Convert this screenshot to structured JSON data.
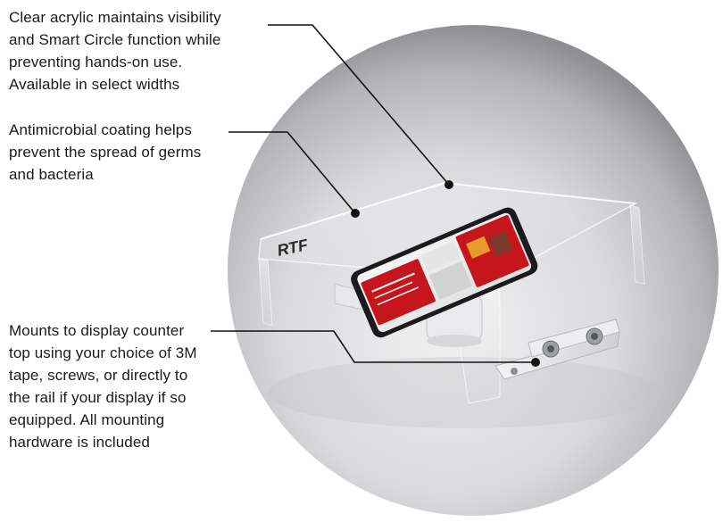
{
  "callouts": {
    "visibility": "Clear acrylic maintains visibility\nand Smart Circle function while\npreventing hands-on use.\nAvailable in select widths",
    "antimicrobial": "Antimicrobial coating helps\nprevent the spread of germs\nand bacteria",
    "mounting": "Mounts to display counter\ntop using your choice of 3M\ntape, screws, or directly to\nthe rail if your display if so\nequipped. All mounting\nhardware is included"
  },
  "product": {
    "brand_mark": "RTF"
  },
  "colors": {
    "text": "#1a1a1a",
    "leader_line": "#111111",
    "phone_screen_accent": "#c4161c",
    "circle_bg_light": "#e4e4e6",
    "circle_bg_dark": "#8d8d91"
  },
  "icons": {
    "leader_dot": "filled-circle-marker"
  }
}
